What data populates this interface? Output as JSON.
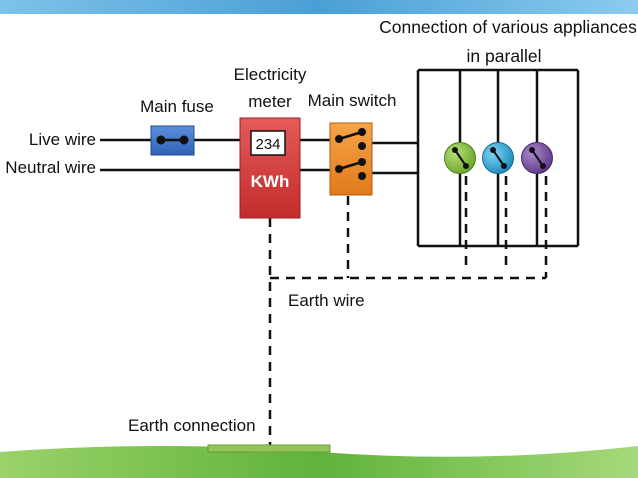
{
  "labels": {
    "appliances_line1": "Connection of various appliances",
    "appliances_line2": "in parallel",
    "meter_line1": "Electricity",
    "meter_line2": "meter",
    "main_fuse": "Main fuse",
    "main_switch": "Main switch",
    "live_wire": "Live wire",
    "neutral_wire": "Neutral wire",
    "earth_wire": "Earth wire",
    "earth_connection": "Earth connection"
  },
  "meter": {
    "reading": "234",
    "unit": "KWh"
  },
  "colors": {
    "fuse": "#3a6fc4",
    "meter": "#d63a3a",
    "switch": "#ee8a2a",
    "appliance_1": "#8cc63f",
    "appliance_2": "#29a9d6",
    "appliance_3": "#7e53a5",
    "earth_plate": "#93c45a",
    "top_band": "#5aa8d8",
    "bottom_band": "#6fbf3f"
  },
  "appliances": [
    {
      "name": "appliance-1"
    },
    {
      "name": "appliance-2"
    },
    {
      "name": "appliance-3"
    }
  ]
}
